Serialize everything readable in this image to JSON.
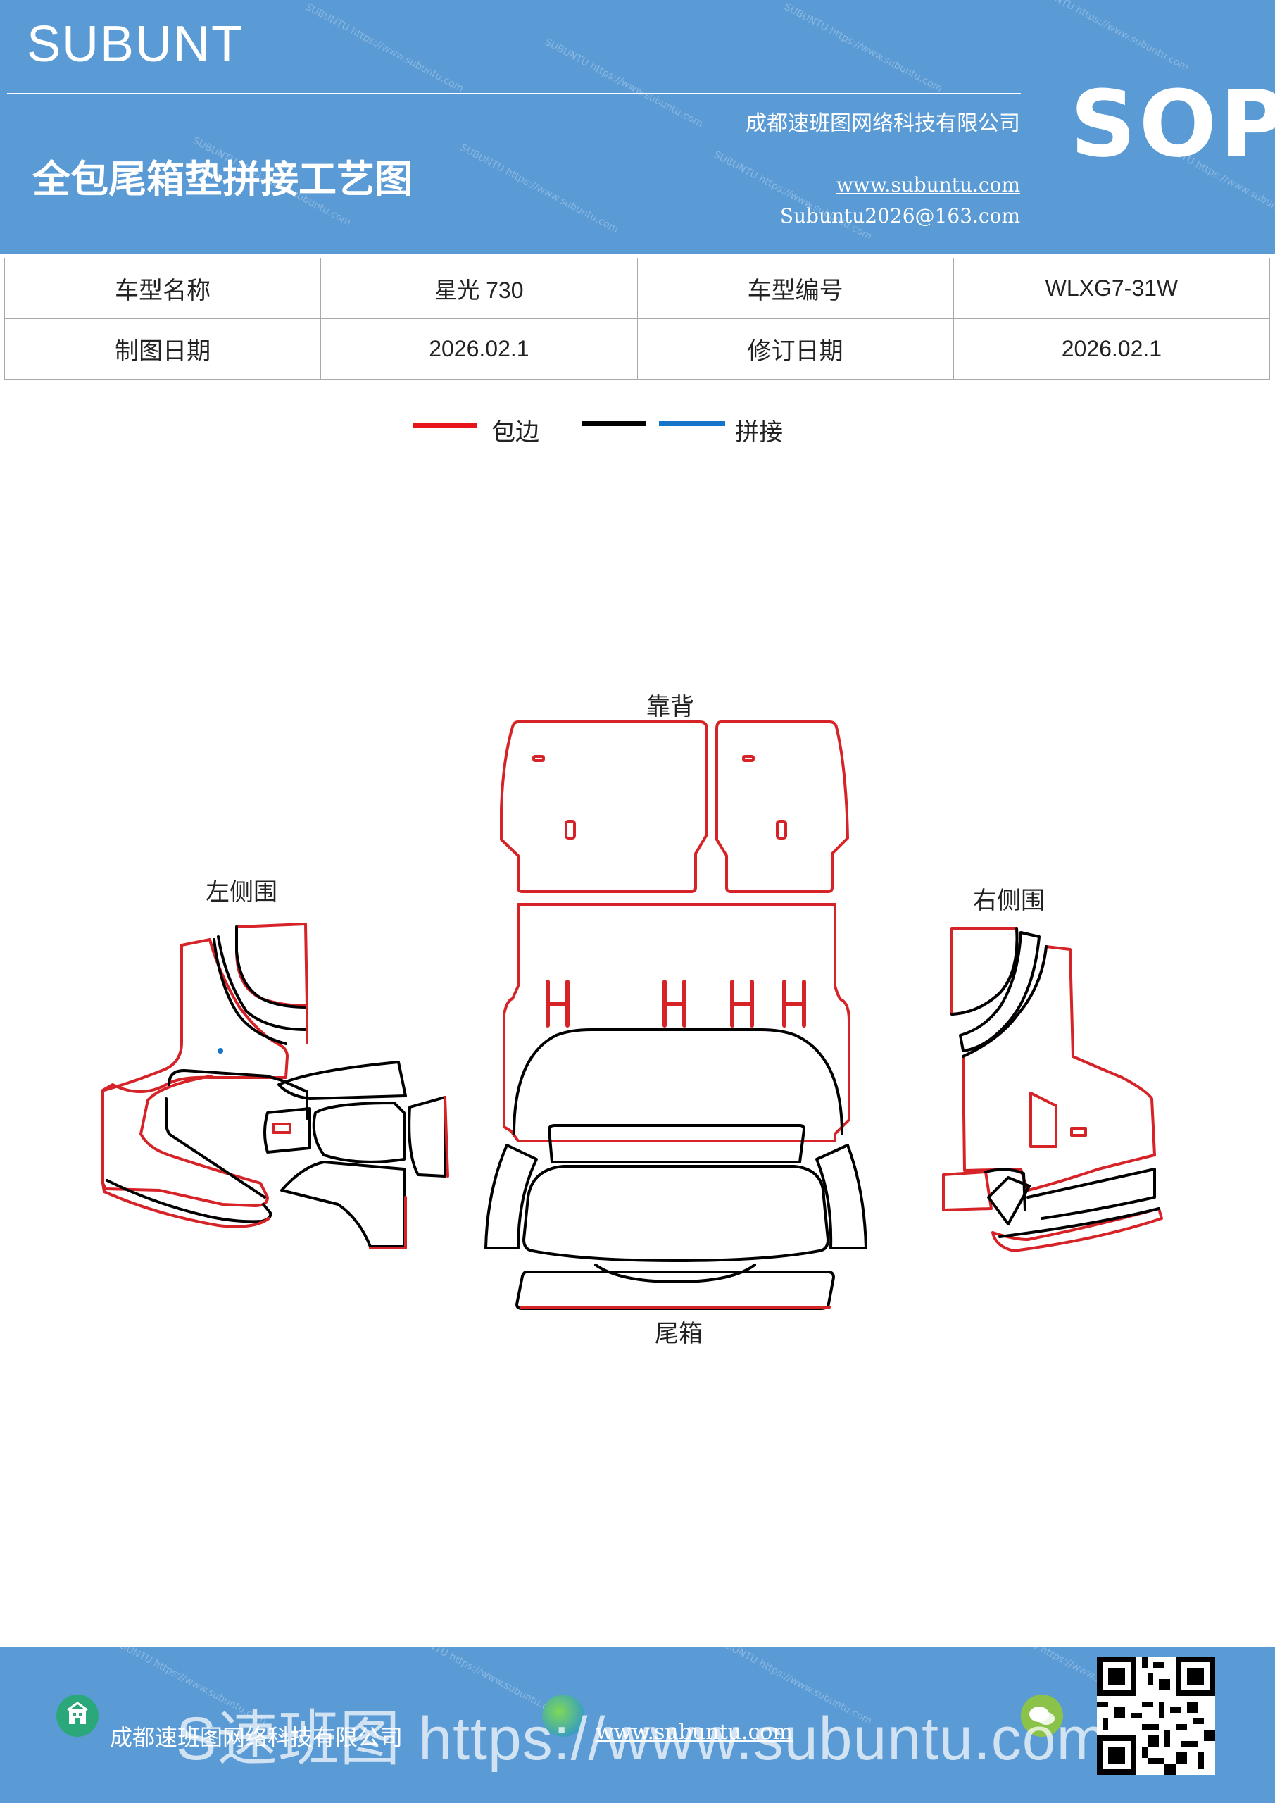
{
  "header": {
    "brand": "SUBUNT",
    "sop": "SOP",
    "title": "全包尾箱垫拼接工艺图",
    "company": "成都速班图网络科技有限公司",
    "website": "www.subuntu.com",
    "email": "Subuntu2026@163.com"
  },
  "info": {
    "rows": [
      {
        "label1": "车型名称",
        "value1": "星光 730",
        "label2": "车型编号",
        "value2": "WLXG7-31W"
      },
      {
        "label1": "制图日期",
        "value1": "2026.02.1",
        "label2": "修订日期",
        "value2": "2026.02.1"
      }
    ]
  },
  "legend": {
    "wrap_label": "包边",
    "splice_label": "拼接",
    "colors": {
      "wrap": "#e8141b",
      "black": "#000000",
      "splice": "#1674c9"
    }
  },
  "diagram": {
    "labels": {
      "backrest": "靠背",
      "left_side": "左侧围",
      "right_side": "右侧围",
      "trunk": "尾箱"
    },
    "h_mark": "H"
  },
  "footer": {
    "company": "成都速班图网络科技有限公司",
    "website": "www.subuntu.com",
    "watermark": "S速班图 https://www.subuntu.com"
  },
  "icons": [
    "building-icon",
    "globe-icon",
    "wechat-icon",
    "qr-code-icon"
  ]
}
